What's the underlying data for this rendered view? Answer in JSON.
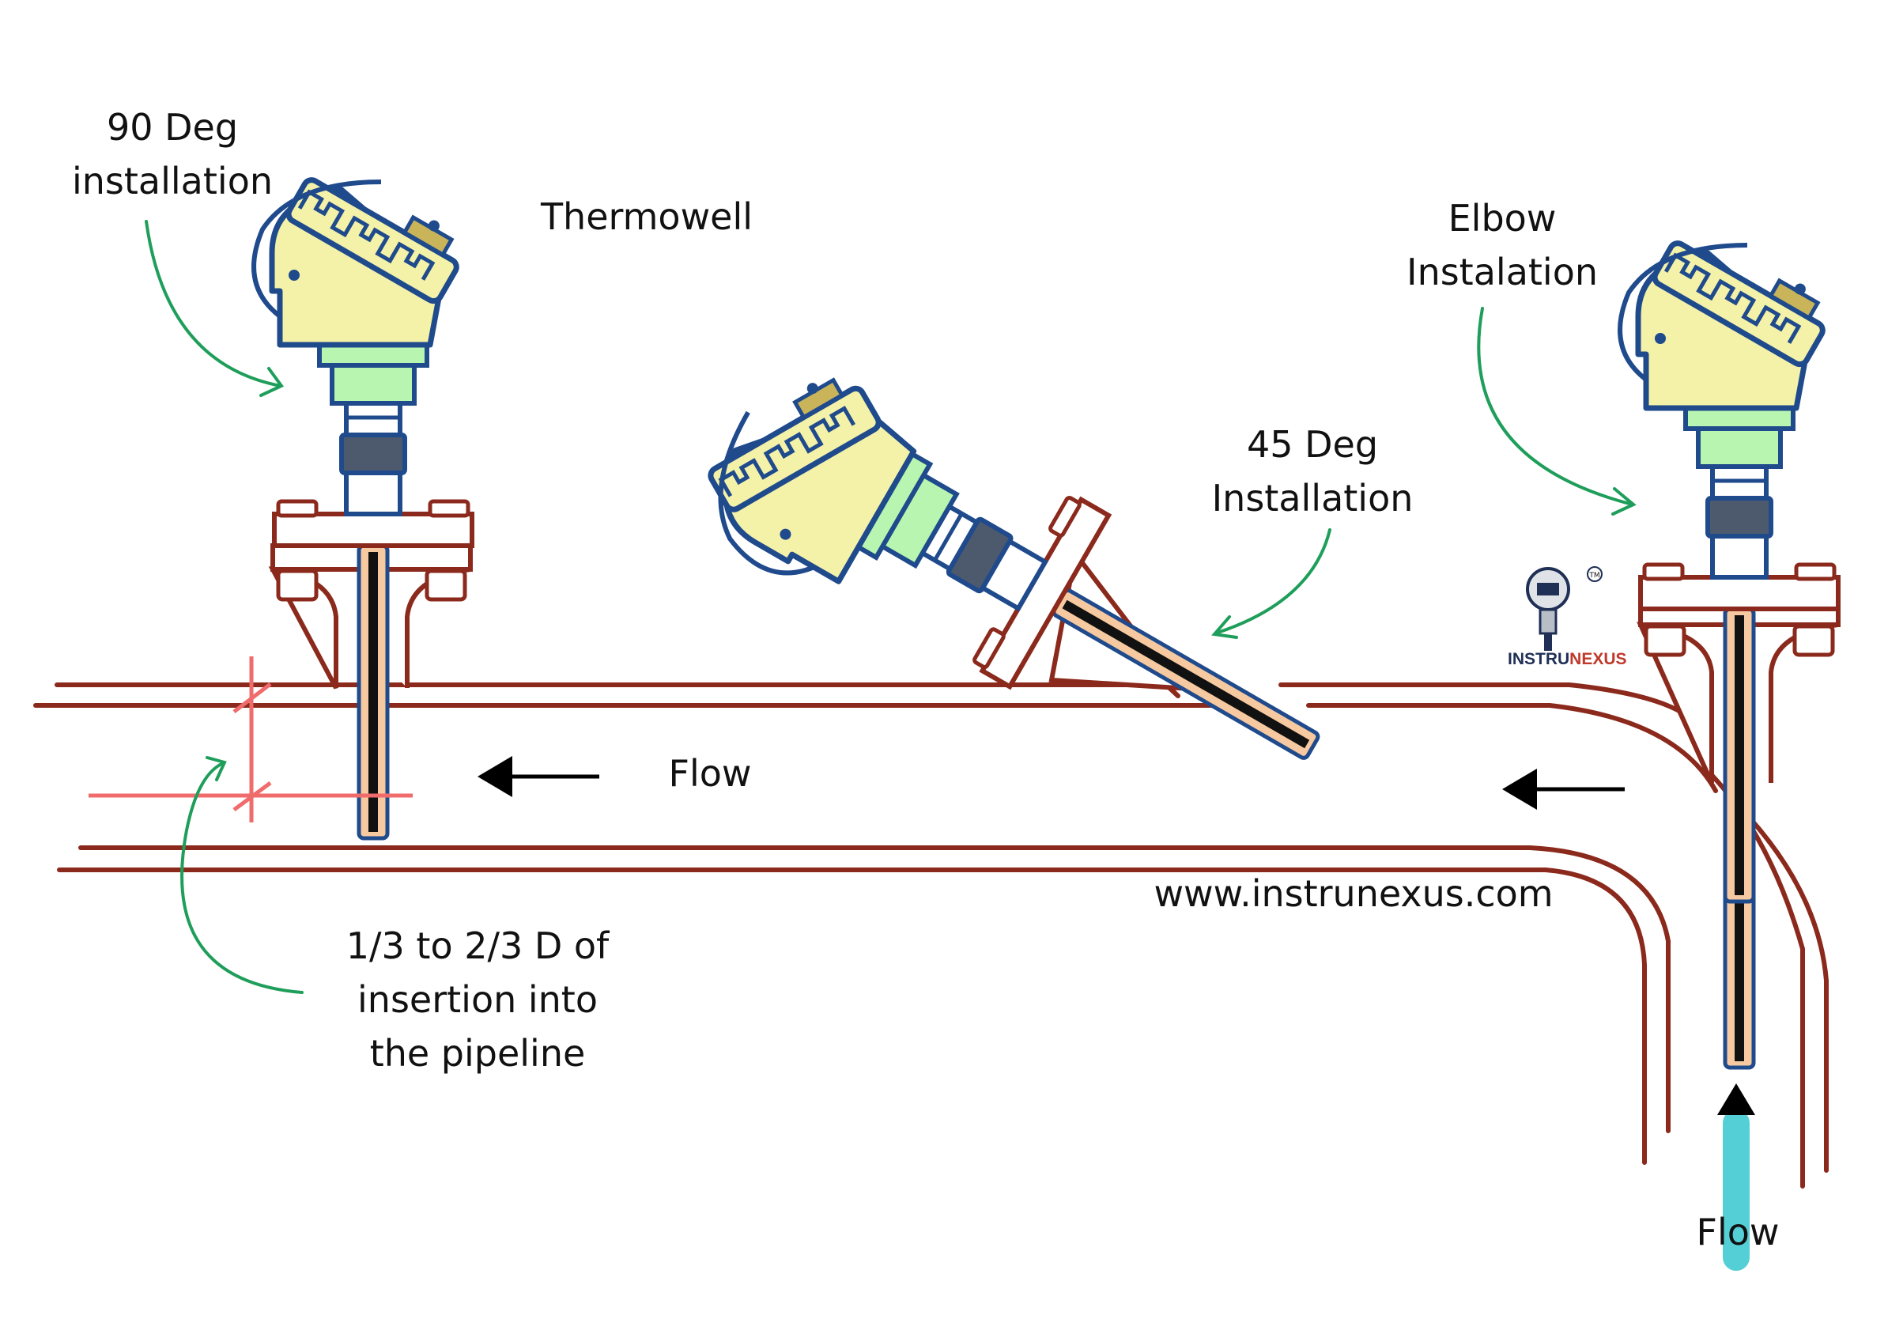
{
  "labels": {
    "deg90": [
      "90 Deg",
      "installation"
    ],
    "thermowell": "Thermowell",
    "elbow": [
      "Elbow",
      "Instalation"
    ],
    "deg45": [
      "45 Deg",
      "Installation"
    ],
    "flow_main": "Flow",
    "insertion": [
      "1/3 to 2/3 D of",
      "insertion into",
      "the pipeline"
    ],
    "website": "www.instrunexus.com",
    "flow_vertical": "Flow"
  },
  "logo": {
    "brand_part1": "INSTRU",
    "brand_part2": "NEXUS",
    "tm": "TM",
    "icon": "pressure-transmitter-icon"
  },
  "colors": {
    "pipe": "#8b2a1c",
    "outline": "#1f4a8c",
    "head_fill": "#f4f1a8",
    "neck_fill": "#b8f5b0",
    "collar_fill": "#4d5a6e",
    "stem_fill": "#f6c9a0",
    "stem_core": "#111111",
    "arrow_green": "#1e9e5a",
    "dimension": "#f06b6b",
    "flow_vertical": "#55cfd6",
    "flow_arrow": "#000000",
    "brand_dark": "#1f2f55",
    "brand_red": "#c0392b"
  }
}
